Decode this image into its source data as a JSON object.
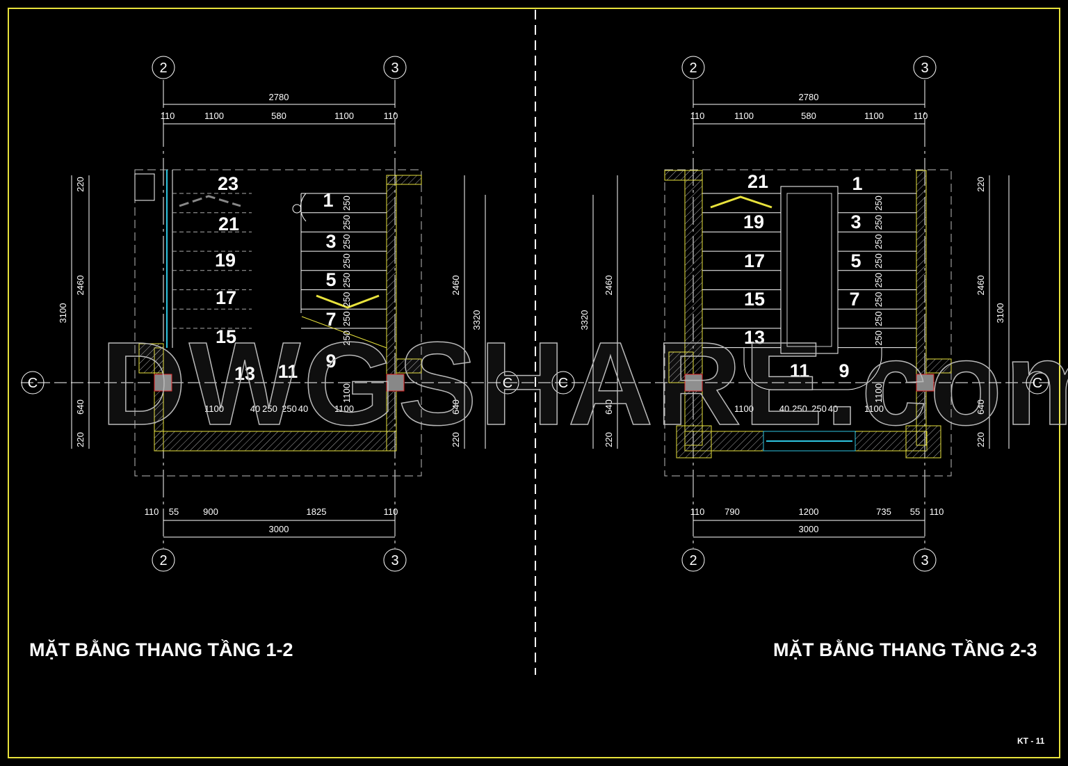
{
  "sheet": {
    "code": "KT - 11",
    "border_color": "#e8e23c",
    "background": "#000000"
  },
  "watermark": "DWGSHARE.com",
  "colors": {
    "wall": "#e8e23c",
    "line": "#ffffff",
    "glass": "#2ec4e0",
    "axis_marker": "#e020e0",
    "column": "#e02020"
  },
  "plans": [
    {
      "title": "MẶT BẰNG  THANG TẦNG 1-2",
      "grid_left": "2",
      "grid_right": "3",
      "axis": "C",
      "dim_top_total": "2780",
      "dims_top": [
        "110",
        "1100",
        "580",
        "1100",
        "110"
      ],
      "dims_bottom": [
        "110",
        "55",
        "900",
        "1825",
        "110"
      ],
      "dim_bottom_total": "3000",
      "dims_left": [
        "220",
        "2460",
        "640",
        "220"
      ],
      "dim_left_total": "3100",
      "dims_right": [
        "2460",
        "640",
        "220"
      ],
      "dim_right_total": "3320",
      "dims_inner": [
        "1100",
        "40",
        "250",
        "250",
        "40",
        "1100"
      ],
      "dims_treads": [
        "250",
        "250",
        "250",
        "250",
        "250",
        "250",
        "250",
        "250"
      ],
      "dim_landing": "1100",
      "steps": [
        "23",
        "21",
        "19",
        "17",
        "15",
        "13",
        "11",
        "1",
        "3",
        "5",
        "7",
        "9"
      ]
    },
    {
      "title": "MẶT BẰNG  THANG TẦNG 2-3",
      "grid_left": "2",
      "grid_right": "3",
      "axis": "C",
      "dim_top_total": "2780",
      "dims_top": [
        "110",
        "1100",
        "580",
        "1100",
        "110"
      ],
      "dims_bottom": [
        "110",
        "790",
        "1200",
        "735",
        "55",
        "110"
      ],
      "dim_bottom_total": "3000",
      "dims_left": [
        "2460",
        "640",
        "220"
      ],
      "dim_left_total": "3320",
      "dims_right": [
        "220",
        "2460",
        "640",
        "220"
      ],
      "dim_right_total": "3100",
      "dims_inner": [
        "1100",
        "40",
        "250",
        "250",
        "40",
        "1100"
      ],
      "dims_treads": [
        "250",
        "250",
        "250",
        "250",
        "250",
        "250",
        "250",
        "250"
      ],
      "dim_landing": "1100",
      "steps": [
        "21",
        "19",
        "17",
        "15",
        "13",
        "11",
        "9",
        "1",
        "3",
        "5",
        "7"
      ]
    }
  ]
}
